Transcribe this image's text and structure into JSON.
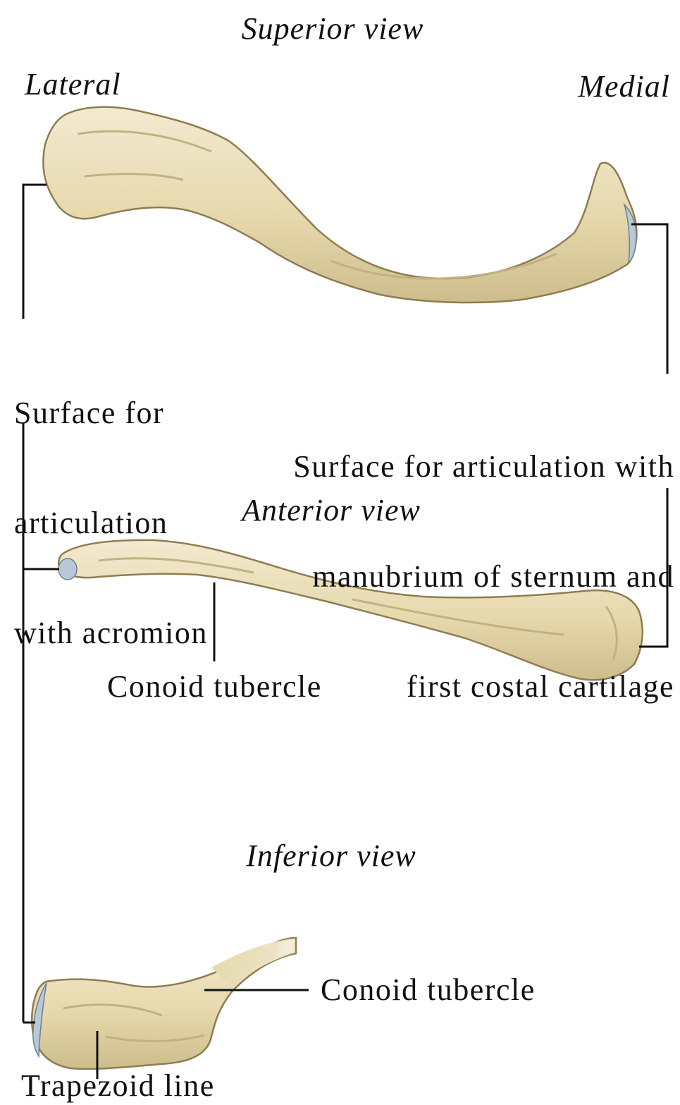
{
  "views": {
    "superior": "Superior view",
    "anterior": "Anterior view",
    "inferior": "Inferior view"
  },
  "orientation": {
    "lateral": "Lateral",
    "medial": "Medial"
  },
  "labels": {
    "acromion_surface": [
      "Surface for",
      "articulation",
      "with acromion"
    ],
    "sternal_surface": [
      "Surface for articulation with",
      "manubrium of sternum and",
      "first costal cartilage"
    ],
    "conoid_tubercle_anterior": "Conoid tubercle",
    "conoid_tubercle_inferior": "Conoid tubercle",
    "trapezoid_line": "Trapezoid line"
  },
  "colors": {
    "bone_fill": "#e8dcb2",
    "bone_shade": "#c9b886",
    "bone_outline": "#8f7c52",
    "articular_surface": "#b9c8d6",
    "leader_lines": "#111111"
  }
}
